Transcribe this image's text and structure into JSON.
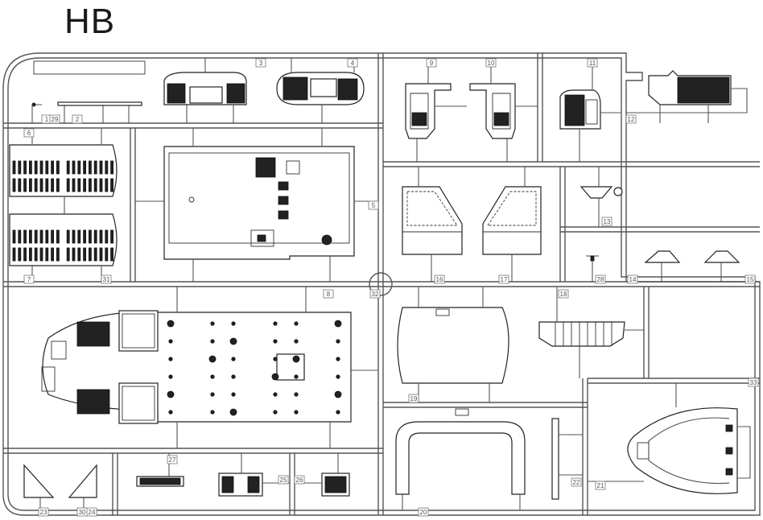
{
  "sprue": {
    "code": "HB",
    "part_numbers": [
      "1",
      "2",
      "3",
      "4",
      "5",
      "6",
      "7",
      "8",
      "9",
      "10",
      "11",
      "12",
      "13",
      "14",
      "15",
      "16",
      "17",
      "18",
      "19",
      "20",
      "21",
      "22",
      "23",
      "24",
      "25",
      "26",
      "27",
      "28",
      "29",
      "30",
      "31",
      "32",
      "33"
    ]
  }
}
